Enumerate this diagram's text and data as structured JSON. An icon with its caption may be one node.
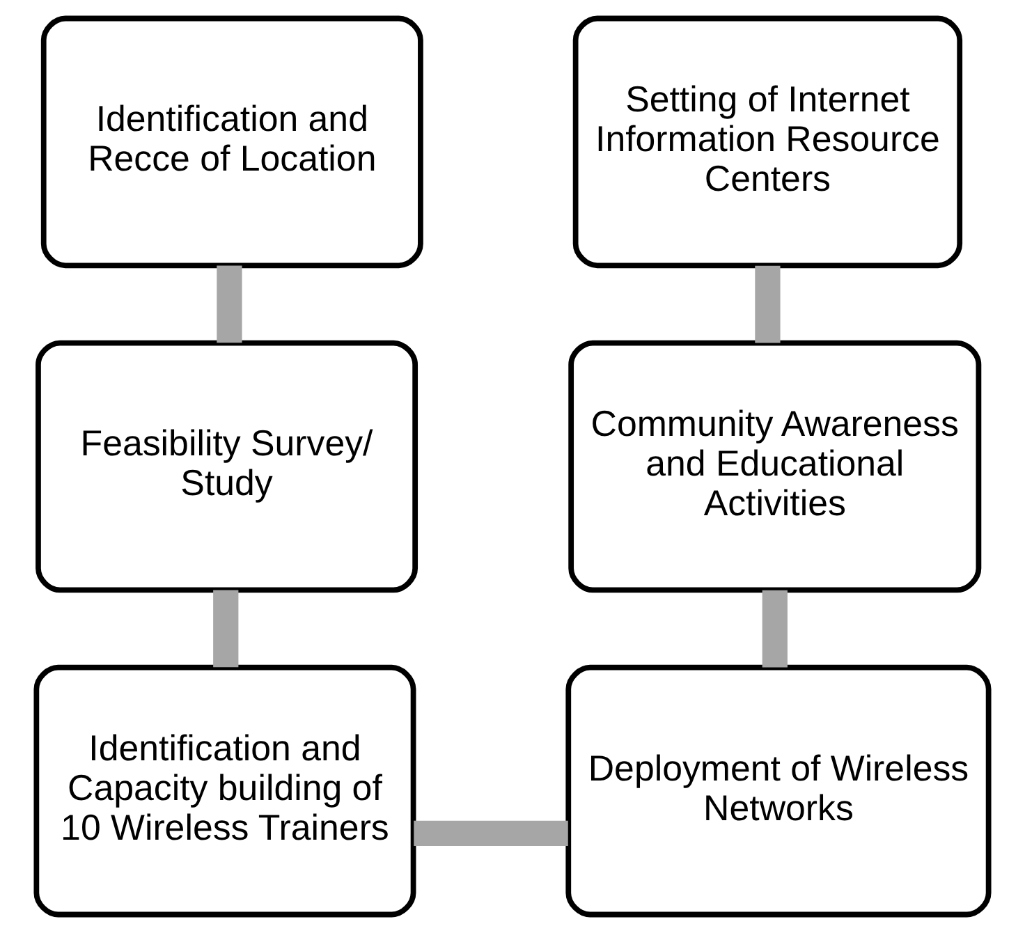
{
  "diagram": {
    "nodes": [
      {
        "text": [
          "Identification and Recce of Location"
        ]
      },
      {
        "text": [
          "Setting of Internet Information Resource Centers"
        ]
      },
      {
        "text": [
          "Feasibility Survey/ Study"
        ]
      },
      {
        "text": [
          "Community Awareness and Educational Activities"
        ]
      },
      {
        "text": [
          "Identification and Capacity building of 10 Wireless Trainers"
        ]
      },
      {
        "text": [
          "Deployment of Wireless Networks"
        ]
      }
    ],
    "edges": [
      {
        "from": 0,
        "to": 2,
        "arrow": "none"
      },
      {
        "from": 2,
        "to": 4,
        "arrow": "none"
      },
      {
        "from": 4,
        "to": 5,
        "arrow": "none"
      },
      {
        "from": 5,
        "to": 3,
        "arrow": "none"
      },
      {
        "from": 3,
        "to": 1,
        "arrow": "none"
      }
    ]
  }
}
